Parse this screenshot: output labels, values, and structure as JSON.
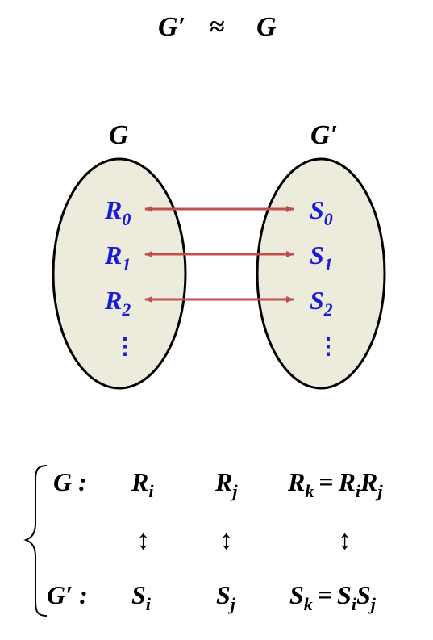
{
  "title": {
    "left": "G′",
    "approx": "≈",
    "right": "G"
  },
  "groups": [
    {
      "label": "G",
      "elements": [
        {
          "base": "R",
          "sub": "0"
        },
        {
          "base": "R",
          "sub": "1"
        },
        {
          "base": "R",
          "sub": "2"
        }
      ],
      "ellipsis": "⋮"
    },
    {
      "label": "G′",
      "elements": [
        {
          "base": "S",
          "sub": "0"
        },
        {
          "base": "S",
          "sub": "1"
        },
        {
          "base": "S",
          "sub": "2"
        }
      ],
      "ellipsis": "⋮"
    }
  ],
  "colors": {
    "ellipse_fill": "#ecebdc",
    "element_text": "#1a1adb",
    "arrow": "#c0504d"
  },
  "table": {
    "row1": {
      "label": "G :",
      "a": {
        "base": "R",
        "sub": "i"
      },
      "b": {
        "base": "R",
        "sub": "j"
      },
      "c_lhs": {
        "base": "R",
        "sub": "k"
      },
      "eq": "=",
      "c_rhs": [
        {
          "base": "R",
          "sub": "i"
        },
        {
          "base": "R",
          "sub": "j"
        }
      ]
    },
    "arrows": [
      "↕",
      "↕",
      "↕"
    ],
    "row2": {
      "label": "G′ :",
      "a": {
        "base": "S",
        "sub": "i"
      },
      "b": {
        "base": "S",
        "sub": "j"
      },
      "c_lhs": {
        "base": "S",
        "sub": "k"
      },
      "eq": "=",
      "c_rhs": [
        {
          "base": "S",
          "sub": "i"
        },
        {
          "base": "S",
          "sub": "j"
        }
      ]
    }
  }
}
